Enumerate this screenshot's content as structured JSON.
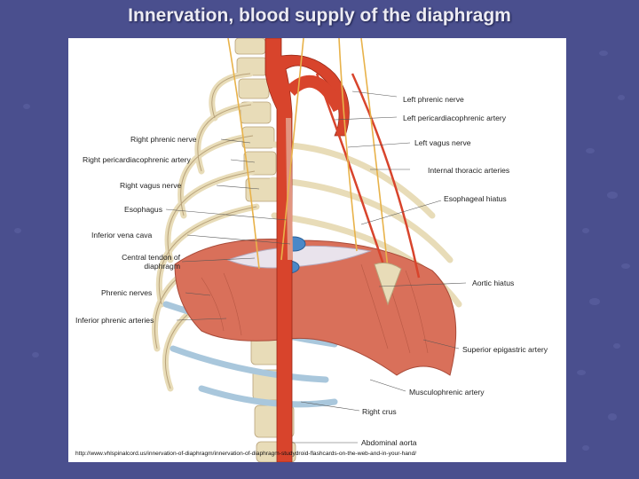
{
  "slide": {
    "title": "Innervation, blood supply of the diaphragm"
  },
  "figure": {
    "labels_left": {
      "right_phrenic_nerve": "Right phrenic nerve",
      "right_pericardiacophrenic_artery": "Right pericardiacophrenic artery",
      "right_vagus_nerve": "Right vagus nerve",
      "esophagus": "Esophagus",
      "inferior_vena_cava": "Inferior vena cava",
      "central_tendon_line1": "Central tendon of",
      "central_tendon_line2": "diaphragm",
      "phrenic_nerves": "Phrenic nerves",
      "inferior_phrenic_arteries": "Inferior phrenic arteries"
    },
    "labels_right": {
      "left_phrenic_nerve": "Left phrenic nerve",
      "left_pericardiacophrenic_artery": "Left pericardiacophrenic artery",
      "left_vagus_nerve": "Left vagus nerve",
      "internal_thoracic_arteries": "Internal thoracic arteries",
      "esophageal_hiatus": "Esophageal hiatus",
      "aortic_hiatus": "Aortic hiatus",
      "superior_epigastric_artery": "Superior epigastric artery",
      "musculophrenic_artery": "Musculophrenic artery",
      "right_crus": "Right crus",
      "abdominal_aorta": "Abdominal aorta"
    },
    "source_url": "http://www.vhlspinalcord.us/innervation-of-diaphragm/innervation-of-diaphragm-studydroid-flashcards-on-the-web-and-in-your-hand/"
  },
  "colors": {
    "background": "#4a4f8e",
    "muscle": "#d9705a",
    "artery": "#d8442c",
    "nerve": "#e8b24a",
    "bone": "#e8dcb8",
    "vein": "#4a88c8",
    "cartilage": "#a9c7dc"
  }
}
